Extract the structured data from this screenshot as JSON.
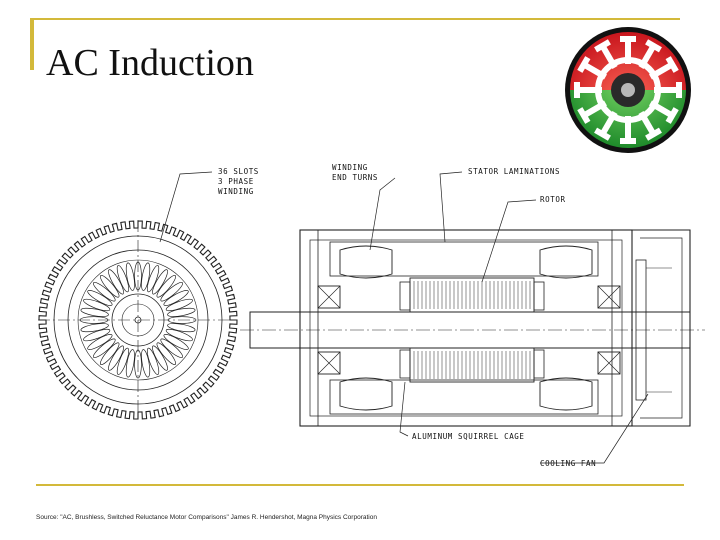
{
  "slide": {
    "title": "AC Induction",
    "source": "Source: \"AC, Brushless, Switched Reluctance Motor Comparisons\" James R. Hendershot, Magna Physics Corporation"
  },
  "diagram": {
    "labels": {
      "slots_1": "36 SLOTS",
      "slots_2": "3 PHASE",
      "slots_3": "WINDING",
      "winding_1": "WINDING",
      "winding_2": "END TURNS",
      "stator": "STATOR LAMINATIONS",
      "rotor": "ROTOR",
      "cage": "ALUMINUM SQUIRREL CAGE",
      "fan": "COOLING FAN"
    }
  },
  "colors": {
    "accent": "#d3b93a",
    "logo_top": "#c8161d",
    "logo_bottom": "#1e8a2a",
    "logo_rim": "#111111"
  },
  "icons": {
    "logo": "gear-logo-icon"
  }
}
